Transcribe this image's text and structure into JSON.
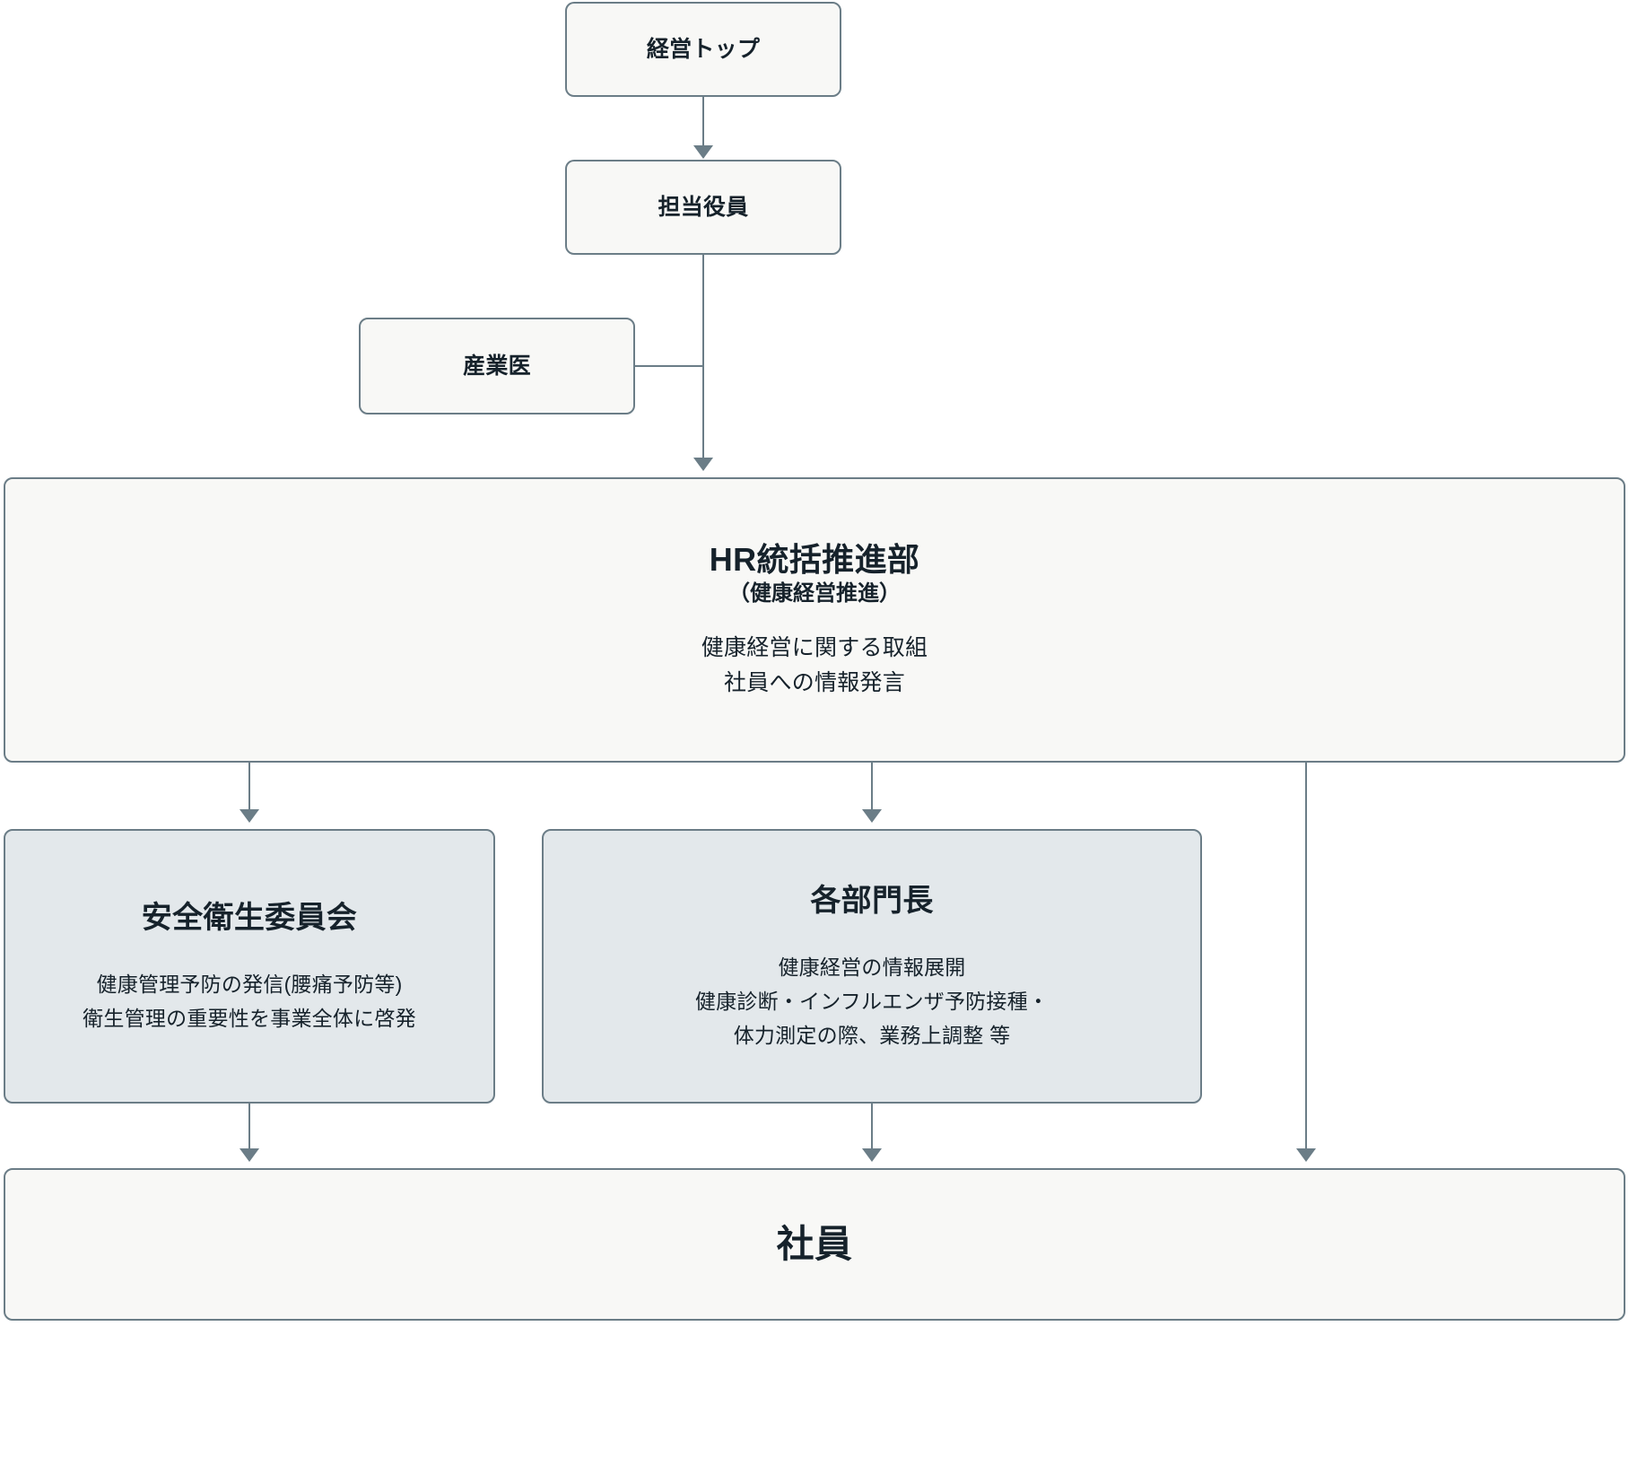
{
  "diagram": {
    "type": "organizational-flowchart",
    "colors": {
      "border": "#6b7d87",
      "plain_fill": "#f8f8f6",
      "tinted_fill": "#e3e8eb",
      "text": "#16222b",
      "connector": "#6b7d87",
      "background": "#ffffff"
    },
    "nodes": {
      "ceo": {
        "title": "経営トップ"
      },
      "executive": {
        "title": "担当役員"
      },
      "occupational_physician": {
        "title": "産業医"
      },
      "hr": {
        "title": "HR統括推進部",
        "subtitle": "（健康経営推進）",
        "body_line1": "健康経営に関する取組",
        "body_line2": "社員への情報発言"
      },
      "safety_committee": {
        "title": "安全衛生委員会",
        "body_line1": "健康管理予防の発信(腰痛予防等)",
        "body_line2": "衛生管理の重要性を事業全体に啓発"
      },
      "department_heads": {
        "title": "各部門長",
        "body_line1": "健康経営の情報展開",
        "body_line2": "健康診断・インフルエンザ予防接種・",
        "body_line3": "体力測定の際、業務上調整 等"
      },
      "staff": {
        "title": "社員"
      }
    },
    "connections": [
      {
        "from": "ceo",
        "to": "executive",
        "style": "arrow-down"
      },
      {
        "from": "executive",
        "to": "hr",
        "style": "arrow-down"
      },
      {
        "from": "occupational_physician",
        "to": "executive-trunk",
        "style": "line-right"
      },
      {
        "from": "hr",
        "to": "safety_committee",
        "style": "arrow-down"
      },
      {
        "from": "hr",
        "to": "department_heads",
        "style": "arrow-down"
      },
      {
        "from": "hr",
        "to": "staff",
        "style": "arrow-down-right"
      },
      {
        "from": "safety_committee",
        "to": "staff",
        "style": "arrow-down"
      },
      {
        "from": "department_heads",
        "to": "staff",
        "style": "arrow-down"
      }
    ]
  }
}
